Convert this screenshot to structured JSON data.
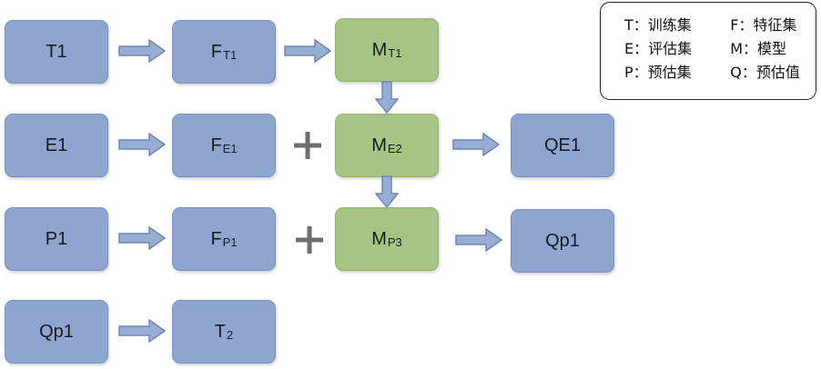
{
  "nodes": {
    "t1": {
      "label": "T1"
    },
    "ft1": {
      "label": "F",
      "sub": "T1"
    },
    "mt1": {
      "label": "M",
      "sub": "T1"
    },
    "e1": {
      "label": "E1"
    },
    "fe1": {
      "label": "F",
      "sub": "E1"
    },
    "me2": {
      "label": "M",
      "sub": "E2"
    },
    "qe1": {
      "label": "QE1"
    },
    "p1": {
      "label": "P1"
    },
    "fp1": {
      "label": "F",
      "sub": "P1"
    },
    "mp3": {
      "label": "M",
      "sub": "P3"
    },
    "qp1": {
      "label": "Qp1"
    },
    "qp1b": {
      "label": "Qp1"
    },
    "t2": {
      "label": "T",
      "sub": "2"
    }
  },
  "legend": {
    "items": [
      {
        "text": "T：训练集"
      },
      {
        "text": "F：特征集"
      },
      {
        "text": "E：评估集"
      },
      {
        "text": "M：模型"
      },
      {
        "text": "P：预估集"
      },
      {
        "text": "Q：预估值"
      }
    ]
  },
  "colors": {
    "box_blue": "#8ea5cf",
    "box_green": "#a6c483",
    "arrow_fill": "#97aed4",
    "arrow_stroke": "#6f87b3",
    "plus": "#6e6e6e"
  }
}
